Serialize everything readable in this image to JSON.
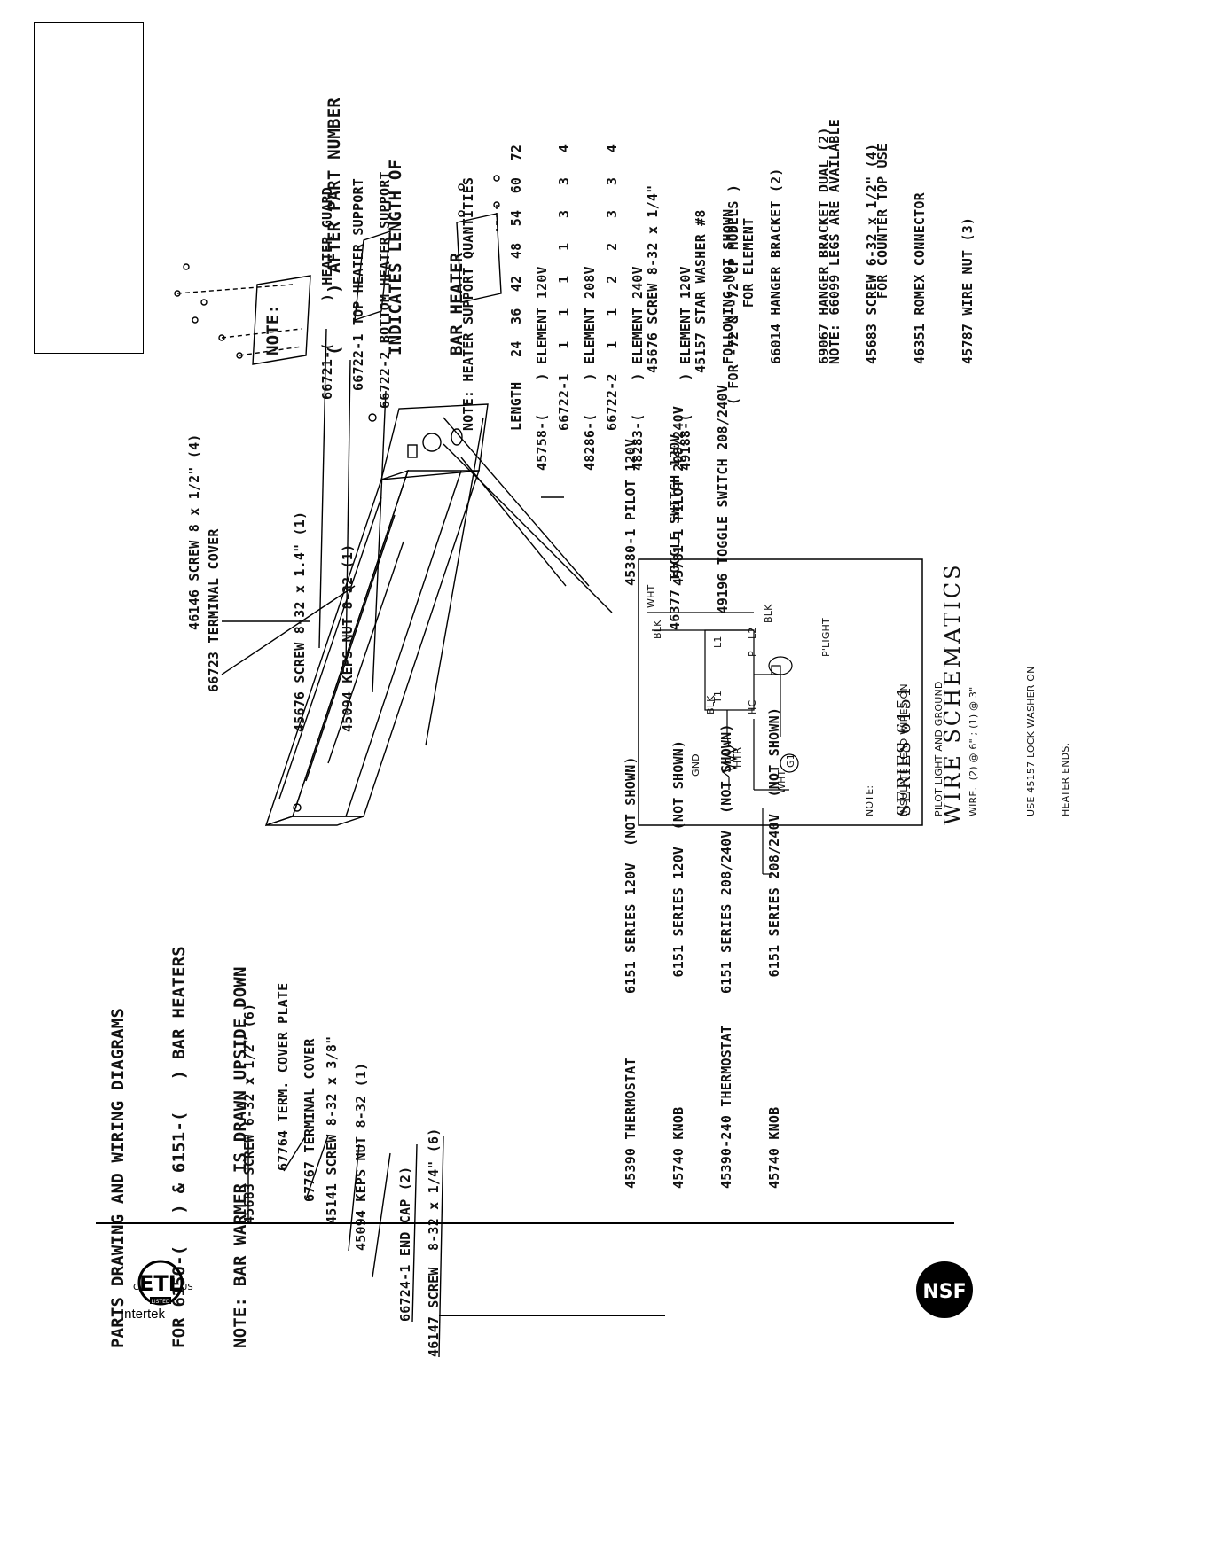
{
  "title": {
    "lines": [
      "PARTS DRAWING AND WIRING DIAGRAMS",
      "FOR 6150-(   ) & 6151-(   ) BAR HEATERS",
      "NOTE: BAR WARMER IS DRAWN UPSIDE DOWN"
    ]
  },
  "note_top": {
    "lines": [
      "NOTE:",
      "(     ) AFTER PART NUMBER",
      "INDICATES LENGTH OF",
      "BAR HEATER"
    ]
  },
  "callouts_right": {
    "heater_guard": "66721-(     ) HEATER GUARD",
    "top_support": "66722-1 TOP HEATER SUPPORT",
    "bottom_support": "66722-2 BOTTOM HEATER SUPPORT",
    "support_table": [
      "NOTE: HEATER SUPPORT QUANTITIES",
      "LENGTH   24  36  42  48  54  60  72",
      "66722-1   1   1   1   1   3   3   4",
      "66722-2   1   1   2   2   3   3   4"
    ],
    "elements": [
      "45758-(    ) ELEMENT 120V",
      "48286-(    ) ELEMENT 208V",
      "48283-(    ) ELEMENT 240V",
      "49188-(    ) ELEMENT 120V",
      "        ( FOR -72 & -72-CP MODELS )"
    ],
    "screw_element": [
      "45676 SCREW 8-32 x 1/4\"",
      "45157 STAR WASHER #8",
      "        FOR ELEMENT"
    ],
    "not_shown": [
      "FOLLOWING NOT SHOWN",
      "66014 HANGER BRACKET (2)",
      "69067 HANGER BRACKET DUAL (2)",
      "45683 SCREW 6-32 x 1/2\" (4)",
      "46351 ROMEX CONNECTOR",
      "45787 WIRE NUT (3)"
    ],
    "legs_note": [
      "NOTE: 66099 LEGS ARE AVAILABLE",
      "        FOR COUNTER TOP USE"
    ]
  },
  "callouts_top": {
    "screw_8": "46146 SCREW 8 x 1/2\" (4)",
    "terminal_cover": "66723 TERMINAL COVER",
    "screw_keps": [
      "45676 SCREW 8-32 x 1.4\" (1)",
      "45094 KEPS NUT 8-32 (1)"
    ]
  },
  "callouts_left": [
    "45683 SCREW 6-32 x 1/2\" (6)",
    "67764 TERM. COVER PLATE",
    "67767 TERMINAL COVER",
    "45141 SCREW 8-32 x 3/8\"",
    "45094 KEPS NUT 8-32 (1)",
    "66724-1 END CAP (2)",
    "46147 SCREW  8-32 x 1/4\" (6)"
  ],
  "controls": {
    "thermostats": [
      "45390 THERMOSTAT",
      "45740 KNOB",
      "45390-240 THERMOSTAT",
      "45740 KNOB"
    ],
    "series": [
      "6151 SERIES 120V  (NOT SHOWN)",
      "  6151 SERIES 120V  (NOT SHOWN)",
      "6151 SERIES 208/240V  (NOT SHOWN)",
      "  6151 SERIES 208/240V  (NOT SHOWN)"
    ],
    "pilot": [
      "45380-1 PILOT 120V",
      "45781-1 PILOT 208/240V"
    ],
    "toggle": [
      "46377 TOGGLE SWITCH 120V",
      "  49196 TOGGLE SWITCH 208/240V"
    ]
  },
  "schematic": {
    "series": "SERIES 6151",
    "wire_schematics": "WIRE SCHEMATICS",
    "labels": {
      "wht1": "WHT",
      "blk1": "BLK",
      "blk2": "BLK",
      "blk3": "BLK",
      "wht2": "WHT",
      "plight": "P'LIGHT",
      "htr": "HTR",
      "gnd": "GND",
      "l1": "L1",
      "l2": "L2",
      "p": "P",
      "t1": "T1",
      "hc": "HC",
      "g1": "G1"
    },
    "notes": [
      "NOTE:",
      "INSULATE LEAD WIRES ON",
      "PILOT LIGHT AND GROUND",
      "WIRE.  (2) @ 6\" ; (1) @ 3\"",
      "",
      "USE 45157 LOCK WASHER ON",
      "HEATER ENDS."
    ]
  },
  "footer": {
    "etl_text": "Intertek",
    "etl_c": "C",
    "etl_us": "US",
    "etl_listed": "LISTED",
    "nsf": "NSF"
  }
}
